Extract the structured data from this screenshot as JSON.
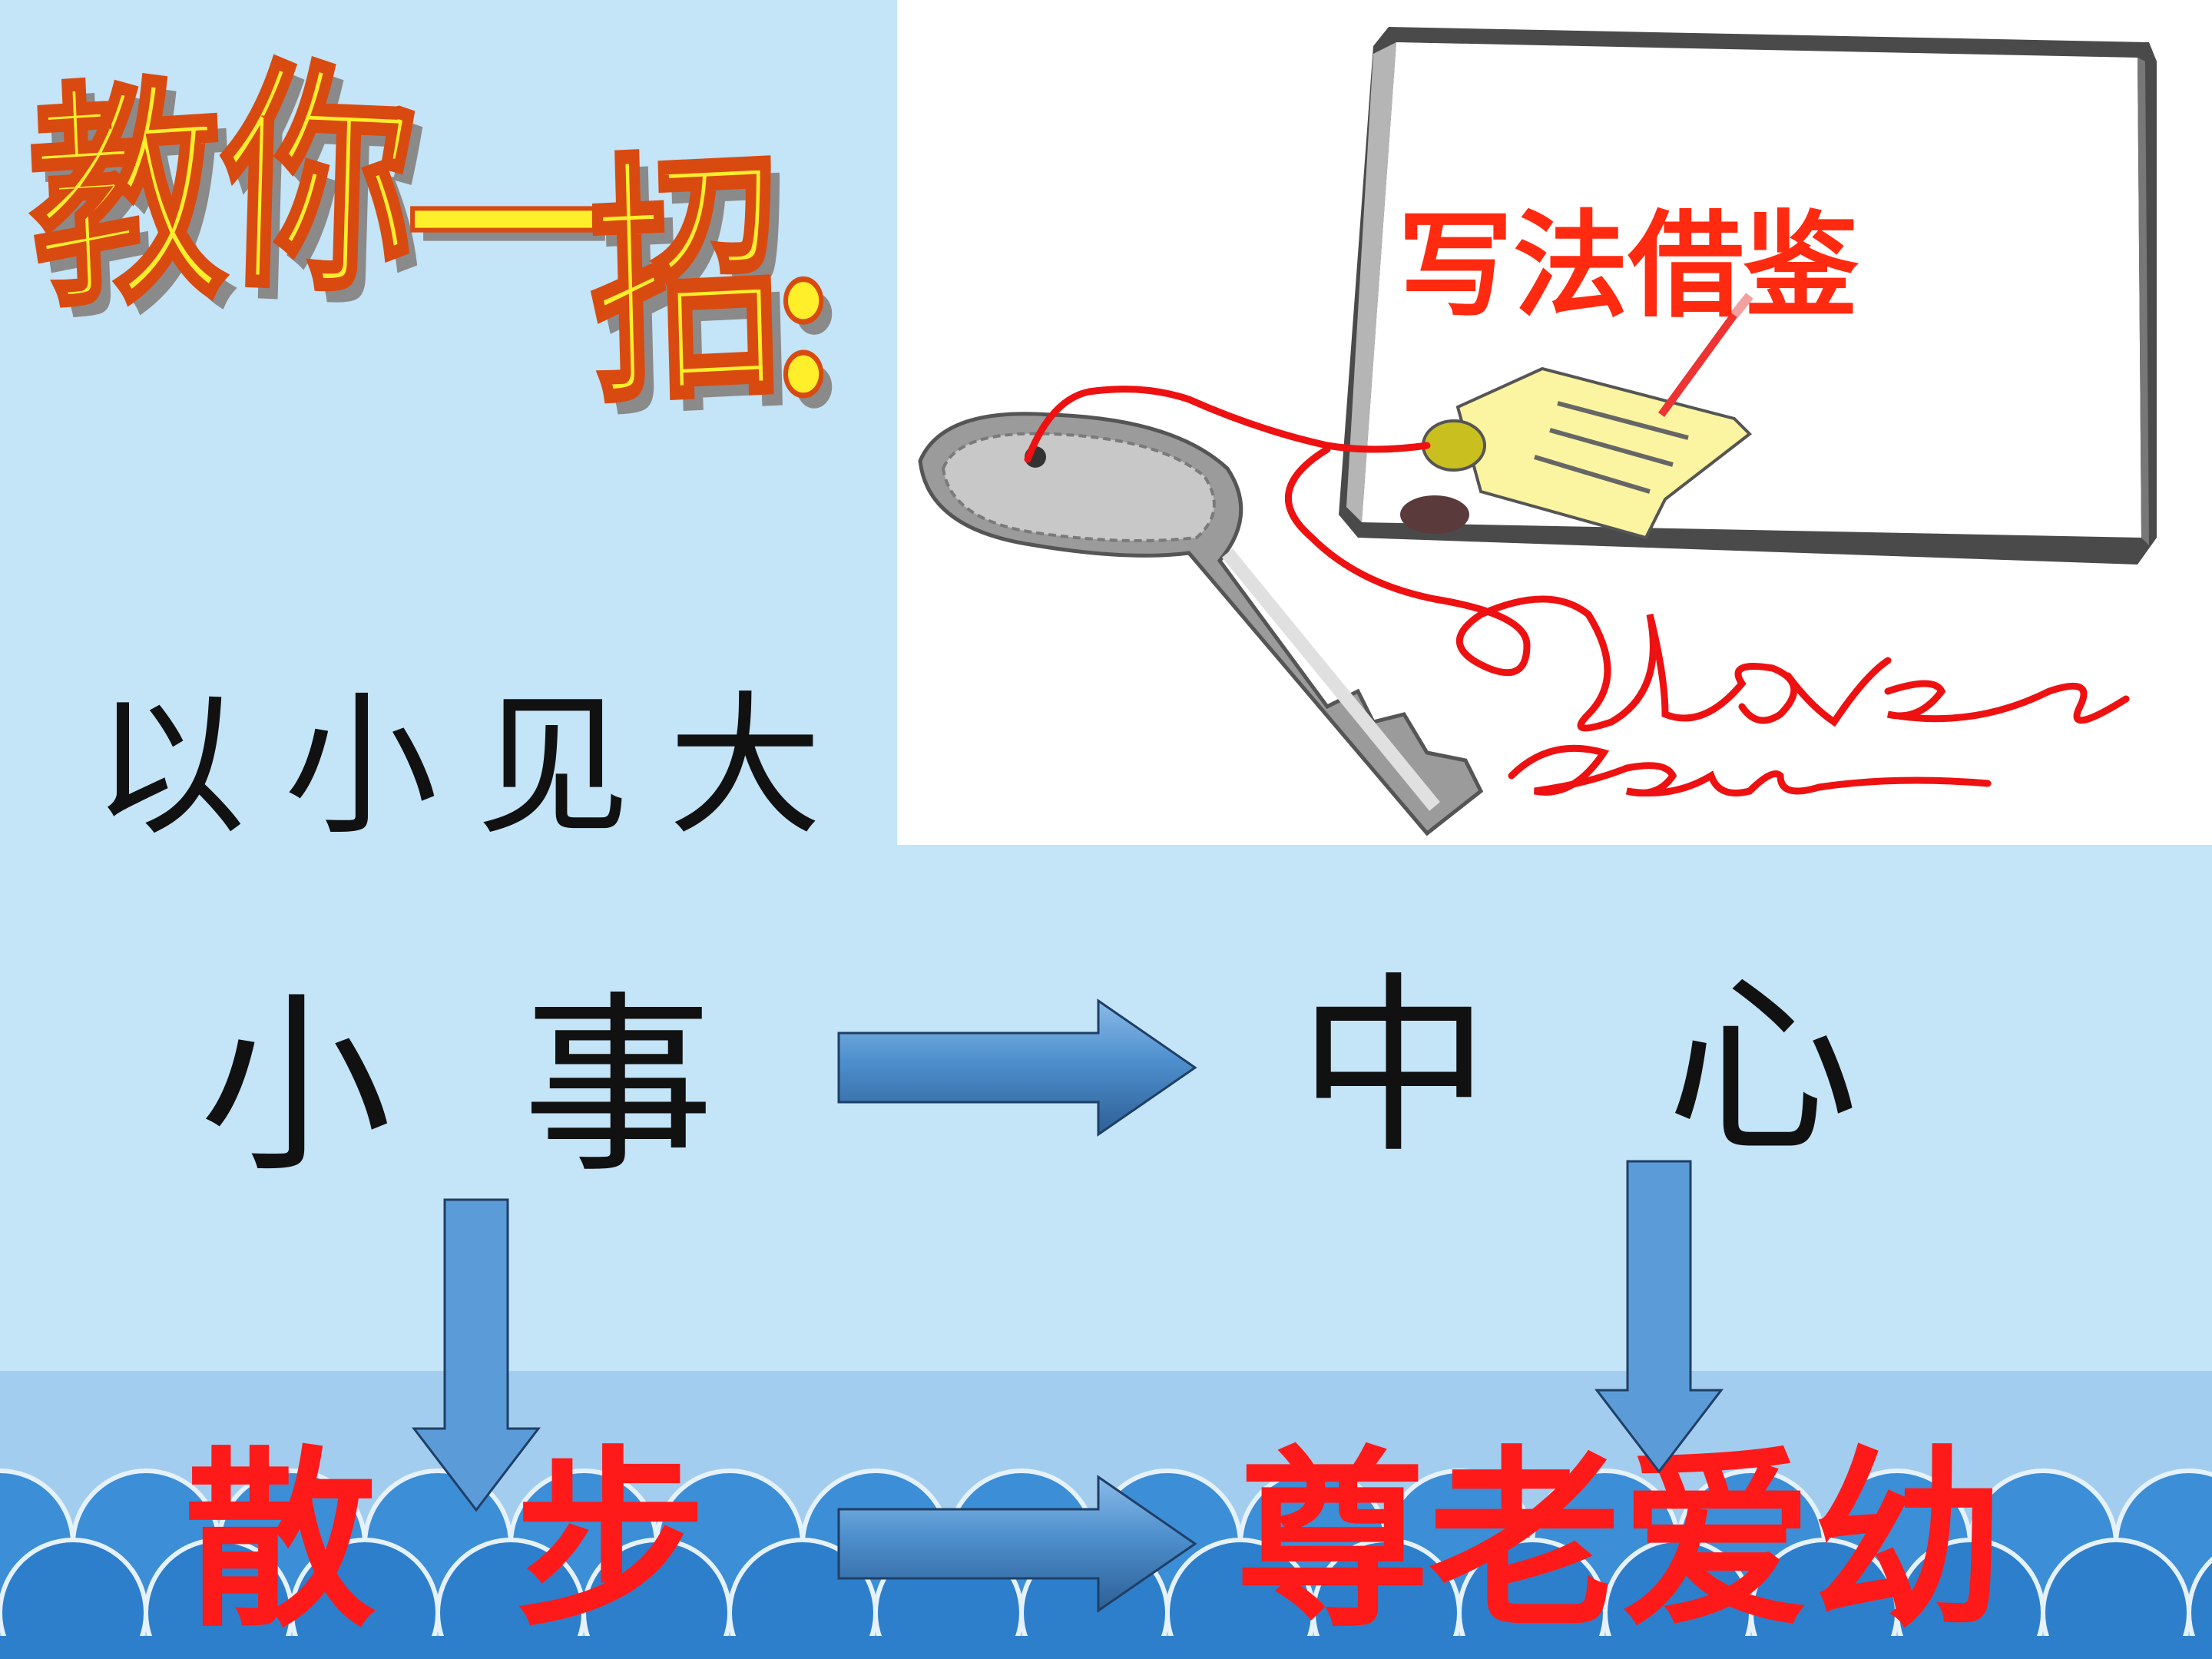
{
  "title": {
    "chars": [
      "教",
      "你",
      "一",
      "招",
      ":"
    ]
  },
  "subtitle": "以小见大",
  "illustration": {
    "card_text": "写法借鉴",
    "ribbon_text": "I love you"
  },
  "flow": {
    "small_event": "小事",
    "center": "中心",
    "walk": "散步",
    "respect": "尊老爱幼"
  },
  "colors": {
    "background": "#c4e4f8",
    "water": "#2d7fcb",
    "arrow_fill": "#4d8fcd",
    "highlight_red": "#ff1a1a",
    "title_yellow": "#ffee2a"
  }
}
